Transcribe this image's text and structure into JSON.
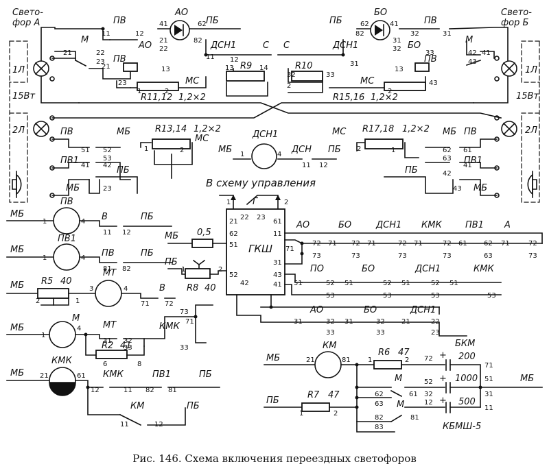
{
  "caption": "Рис. 146. Схема включения переездных светофоров",
  "signal_a": {
    "name_line1": "Свето-",
    "name_line2": "фор А",
    "lamp1": "1Л",
    "lamp2": "2Л",
    "power": "15Вт"
  },
  "signal_b": {
    "name_line1": "Свето-",
    "name_line2": "фор Б",
    "lamp1": "1Л",
    "lamp2": "2Л",
    "power": "15Вт"
  },
  "labels": {
    "pv": "ПВ",
    "pb": "ПБ",
    "mb": "МБ",
    "m": "М",
    "a": "А",
    "b": "Б",
    "ao": "АО",
    "bo": "БО",
    "dsn1": "ДСН1",
    "dsn": "ДСН",
    "ms": "МС",
    "c": "С",
    "pv1": "ПВ1",
    "r9": "R9",
    "r10": "R10",
    "r11_12": "R11,12",
    "r13_14": "R13,14",
    "r15_16": "R15,16",
    "r17_18": "R17,18",
    "r_rating": "1,2×2",
    "to_control": "В схему управления",
    "g": "Г",
    "gksh": "ГКШ",
    "fuse": "0,5",
    "r8": "R8",
    "r8_val": "40",
    "r5": "R5",
    "r5_val": "40",
    "mt": "МТ",
    "v": "В",
    "kmk": "КМК",
    "km": "КМ",
    "po": "ПО",
    "r2": "R2",
    "r2_val": "41",
    "r6": "R6",
    "r6_val": "47",
    "r7": "R7",
    "r7_val": "47",
    "bkm": "БКМ",
    "c200": "200",
    "c1000": "1000",
    "c500": "500",
    "kbmsh": "КБМШ-5",
    "plus": "+"
  },
  "pins": {
    "p1": "1",
    "p2": "2",
    "p3": "3",
    "p4": "4",
    "p6": "6",
    "p8": "8",
    "p11": "11",
    "p12": "12",
    "p13": "13",
    "p14": "14",
    "p21": "21",
    "p22": "22",
    "p23": "23",
    "p31": "31",
    "p32": "32",
    "p33": "33",
    "p41": "41",
    "p42": "42",
    "p43": "43",
    "p51": "51",
    "p52": "52",
    "p53": "53",
    "p61": "61",
    "p62": "62",
    "p63": "63",
    "p71": "71",
    "p72": "72",
    "p73": "73",
    "p81": "81",
    "p82": "82",
    "p83": "83"
  }
}
